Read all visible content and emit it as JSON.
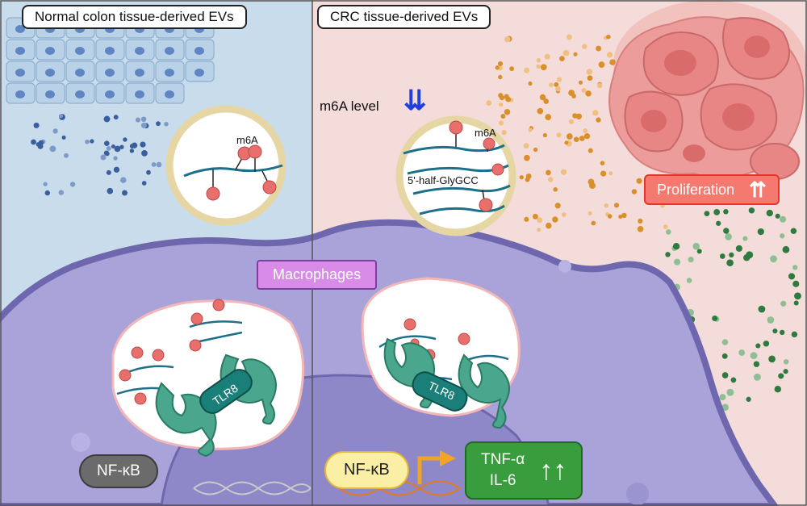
{
  "panels": {
    "left_title": "Normal colon tissue-derived EVs",
    "right_title": "CRC tissue-derived EVs"
  },
  "labels": {
    "macrophages": "Macrophages",
    "proliferation": "Proliferation",
    "proliferation_arrows": "⇈",
    "m6a_level": "m6A level",
    "m6a_level_arrows": "⇊",
    "m6a_left": "m6A",
    "m6a_right": "m6A",
    "trf_name": "5'-half-GlyGCC",
    "tlr8_left": "TLR8",
    "tlr8_right": "TLR8",
    "nfkb_left": "NF-κB",
    "nfkb_right": "NF-κB",
    "tnf_alpha": "TNF-α",
    "il6": "IL-6",
    "cytokine_arrows": "↑↑"
  },
  "colors": {
    "left_bg": "#c9dcec",
    "right_bg": "#f3dcd9",
    "macrophage": "#a8a2d8",
    "macrophage_border": "#6f67ad",
    "nucleus": "#8d86c6",
    "ev_membrane": "#e8d9a6",
    "rna": "#1d6f8a",
    "m6a": "#e86f6c",
    "receptor": "#4aa68d",
    "blue_dots": "#3a5f9e",
    "orange_dots": "#d9902a",
    "green_dots": "#2f7b3f",
    "tumor": "#ec8a8a"
  }
}
